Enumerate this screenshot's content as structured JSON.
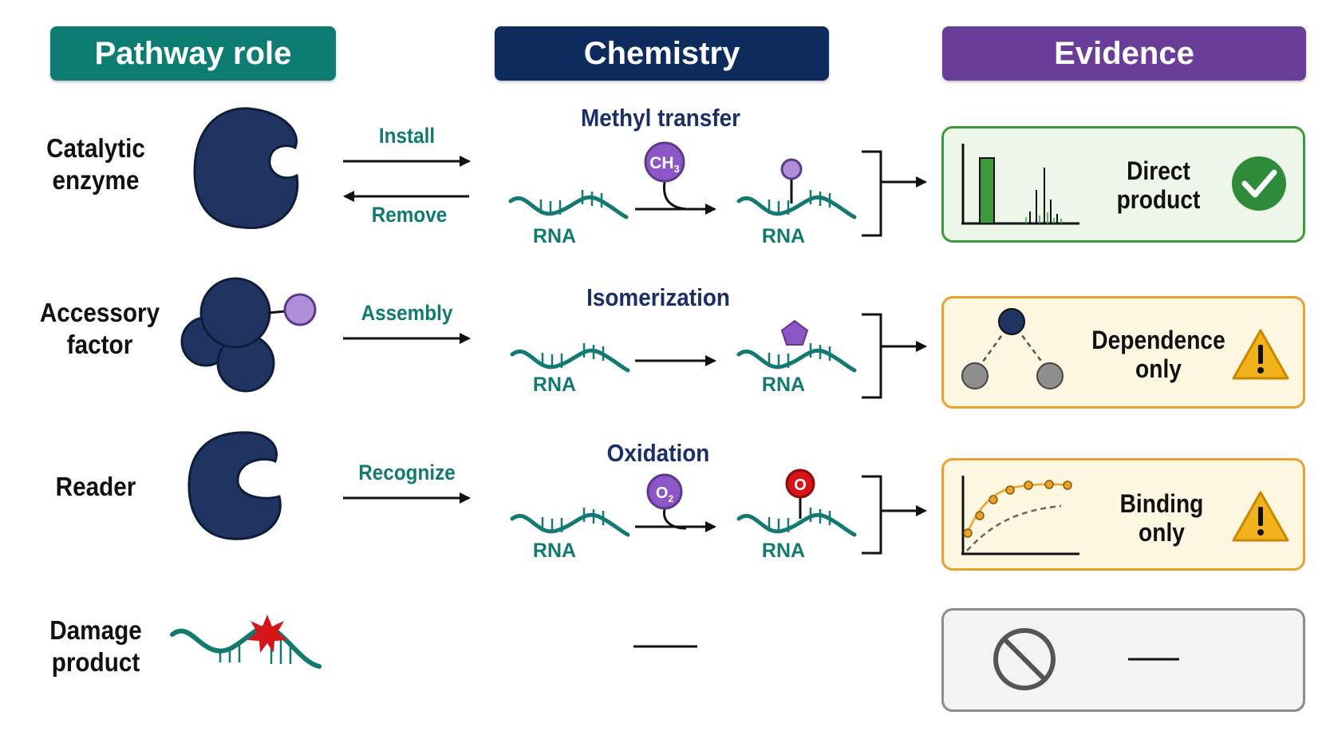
{
  "headers": {
    "pathway_role": "Pathway role",
    "chemistry": "Chemistry",
    "evidence": "Evidence"
  },
  "rows": [
    {
      "role_lines": [
        "Catalytic",
        "enzyme"
      ],
      "arrow_labels": [
        "Install",
        "Remove"
      ],
      "chem_title": "Methyl transfer",
      "reagent": "CH3",
      "rna_labels": [
        "RNA",
        "RNA"
      ],
      "evidence_lines": [
        "Direct",
        "product"
      ],
      "evidence_status": "check-icon"
    },
    {
      "role_lines": [
        "Accessory",
        "factor"
      ],
      "arrow_labels": [
        "Assembly"
      ],
      "chem_title": "Isomerization",
      "rna_labels": [
        "RNA",
        "RNA"
      ],
      "evidence_lines": [
        "Dependence",
        "only"
      ],
      "evidence_status": "warning-icon"
    },
    {
      "role_lines": [
        "Reader"
      ],
      "arrow_labels": [
        "Recognize"
      ],
      "chem_title": "Oxidation",
      "reagent": "O2",
      "product_mark": "O",
      "rna_labels": [
        "RNA",
        "RNA"
      ],
      "evidence_lines": [
        "Binding",
        "only"
      ],
      "evidence_status": "warning-icon"
    },
    {
      "role_lines": [
        "Damage",
        "product"
      ],
      "chem_dash": "—",
      "evidence_dash": "—",
      "evidence_status": "prohibited-icon"
    }
  ],
  "colors": {
    "teal": "#0d7d74",
    "navy": "#0e2b5e",
    "purple": "#6a3d99",
    "protein": "#1f3460",
    "green": "#3c9a3a",
    "amber": "#e8a32e",
    "red": "#d7141a"
  }
}
